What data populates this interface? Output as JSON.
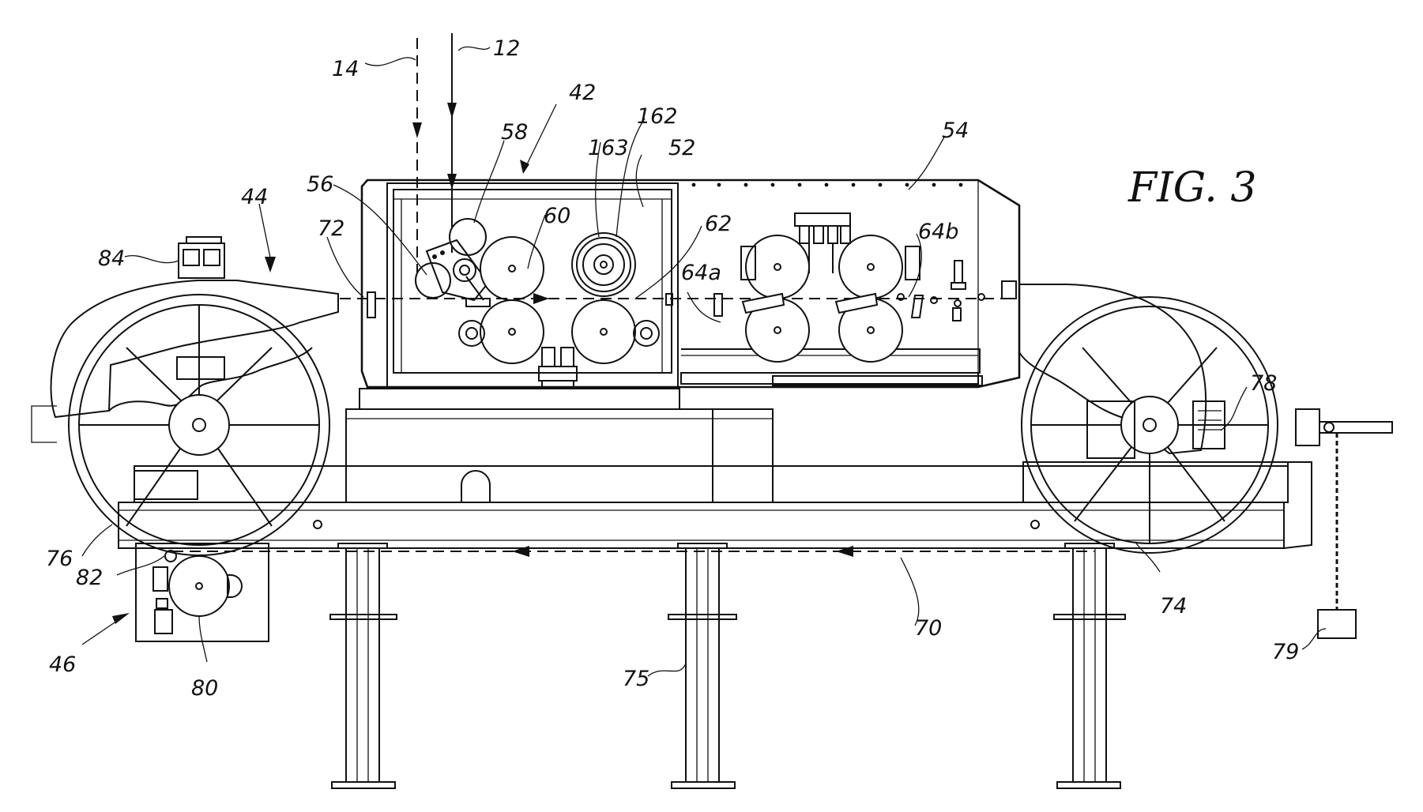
{
  "figure": {
    "title": "FIG. 3",
    "reference_numerals": [
      "14",
      "12",
      "42",
      "162",
      "58",
      "163",
      "52",
      "54",
      "56",
      "60",
      "62",
      "64b",
      "44",
      "72",
      "84",
      "64a",
      "78",
      "76",
      "82",
      "74",
      "70",
      "46",
      "80",
      "75",
      "79"
    ]
  }
}
